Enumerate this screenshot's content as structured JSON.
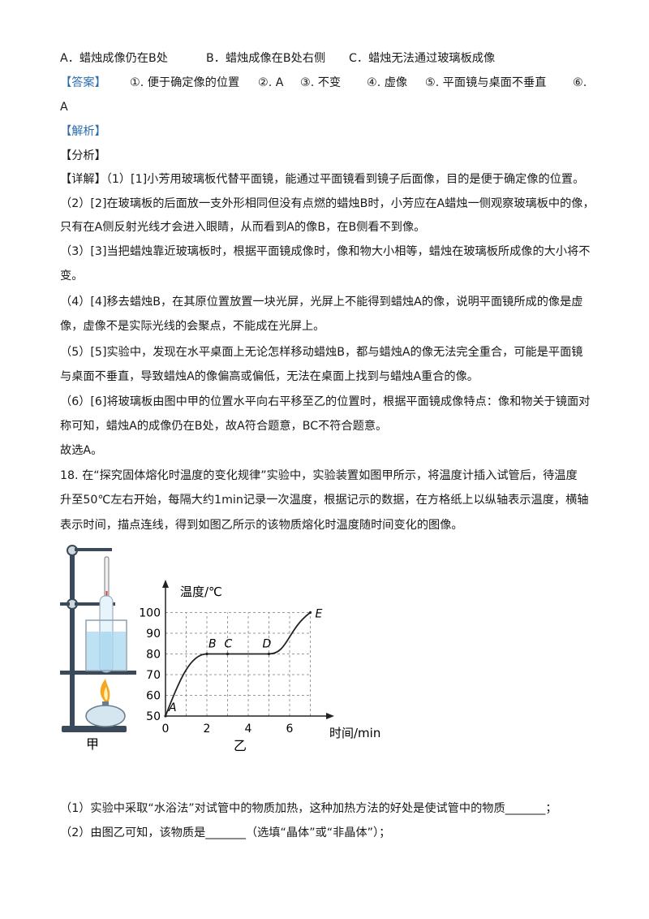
{
  "options": {
    "a": "A．蜡烛成像仍在B处",
    "b": "B．蜡烛成像在B处右侧",
    "c": "C．蜡烛无法通过玻璃板成像"
  },
  "answer": {
    "tag": "【答案】",
    "items": [
      "①. 便于确定像的位置",
      "②. A",
      "③. 不变",
      "④. 虚像",
      "⑤. 平面镜与桌面不垂直",
      "⑥."
    ],
    "wrap": "A"
  },
  "jiexi": "【解析】",
  "fenxi": "【分析】",
  "detail": [
    "【详解】（1）[1]小芳用玻璃板代替平面镜，能通过平面镜看到镜子后面像，目的是便于确定像的位置。",
    "（2）[2]在玻璃板的后面放一支外形相同但没有点燃的蜡烛B时，小芳应在A蜡烛一侧观察玻璃板中的像，",
    "只有在A侧反射光线才会进入眼睛，从而看到A的像B，在B侧看不到像。",
    "（3）[3]当把蜡烛靠近玻璃板时，根据平面镜成像时，像和物大小相等，蜡烛在玻璃板所成像的大小将不",
    "变。",
    "（4）[4]移去蜡烛B，在其原位置放置一块光屏，光屏上不能得到蜡烛A的像，说明平面镜所成的像是虚",
    "像，虚像不是实际光线的会聚点，不能成在光屏上。",
    "（5）[5]实验中，发现在水平桌面上无论怎样移动蜡烛B，都与蜡烛A的像无法完全重合，可能是平面镜",
    "与桌面不垂直，导致蜡烛A的像偏高或偏低，无法在桌面上找到与蜡烛A重合的像。",
    "（6）[6]将玻璃板由图中甲的位置水平向右平移至乙的位置时，根据平面镜成像特点：像和物关于镜面对",
    "称可知，蜡烛A的成像仍在B处，故A符合题意，BC不符合题意。",
    "故选A。"
  ],
  "question": [
    "18. 在“探究固体熔化时温度的变化规律”实验中，实验装置如图甲所示，将温度计插入试管后，待温度",
    "升至50℃左右开始，每隔大约1min记录一次温度，根据记示的数据，在方格纸上以纵轴表示温度，横轴",
    "表示时间，描点连线，得到如图乙所示的该物质熔化时温度随时间变化的图像。"
  ],
  "figure": {
    "label_jia": "甲",
    "label_yi": "乙",
    "colors": {
      "water": "#a8d8f0",
      "flame": "#f5a623",
      "stand": "#3a4a5a",
      "line": "#222222",
      "grid": "#999999"
    }
  },
  "chart_data": {
    "type": "line",
    "ylabel": "温度/℃",
    "xlabel": "时间/min",
    "x_ticks": [
      "0",
      "2",
      "4",
      "6"
    ],
    "y_ticks": [
      "50",
      "60",
      "70",
      "80",
      "90",
      "100"
    ],
    "xlim": [
      0,
      7
    ],
    "ylim": [
      50,
      100
    ],
    "grid": true,
    "points": [
      {
        "label": "A",
        "x": 0,
        "y": 50
      },
      {
        "label": "B",
        "x": 2,
        "y": 80
      },
      {
        "label": "C",
        "x": 3,
        "y": 80
      },
      {
        "label": "D",
        "x": 5,
        "y": 80
      },
      {
        "label": "E",
        "x": 7,
        "y": 100
      }
    ]
  },
  "subq": [
    "（1）实验中采取“水浴法”对试管中的物质加热，这种加热方法的好处是使试管中的物质_______；",
    "（2）由图乙可知，该物质是_______（选填“晶体”或“非晶体”）；"
  ]
}
